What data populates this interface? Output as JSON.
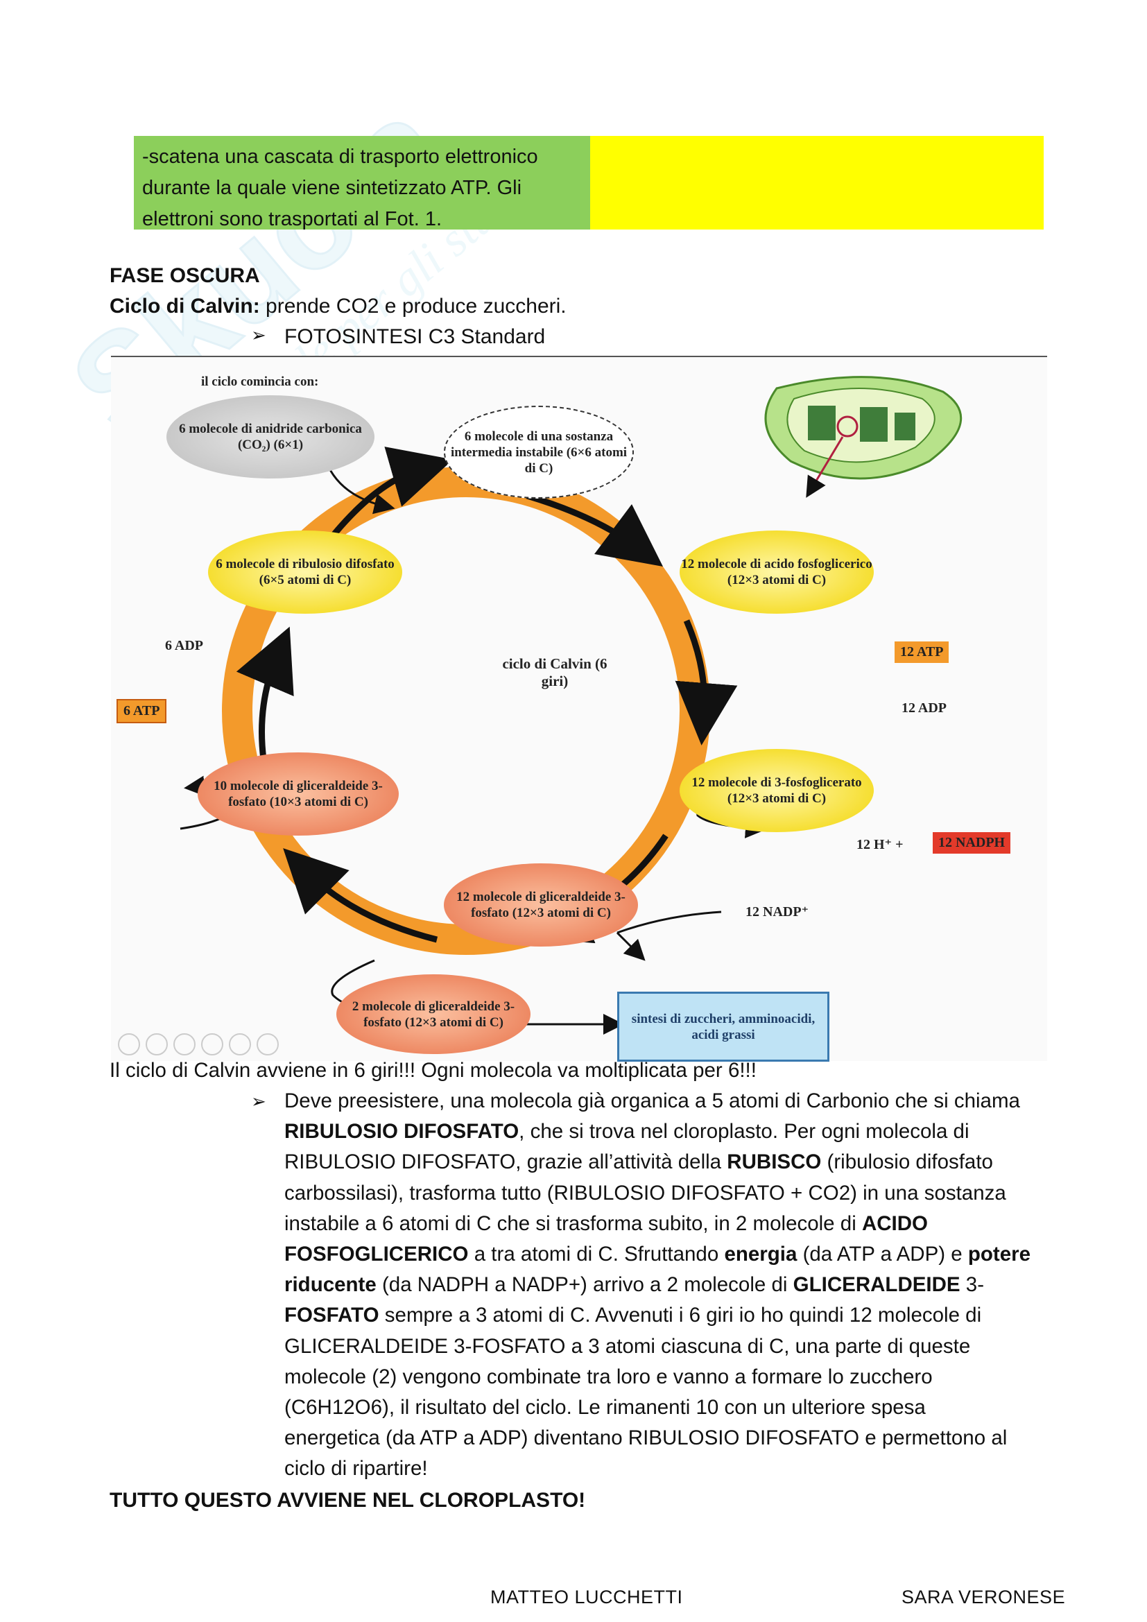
{
  "table": {
    "green_text_1": "-scatena una cascata di trasporto elettronico",
    "green_text_2": "durante la quale viene sintetizzato ATP. Gli",
    "green_text_3": "elettroni sono trasportati al Fot. 1."
  },
  "heading": "FASE OSCURA",
  "calvin_line": {
    "bold": "Ciclo di Calvin:",
    "rest": " prende CO2 e produce zuccheri."
  },
  "bullet_1": "FOTOSINTESI C3 Standard",
  "diagram": {
    "start_label": "il ciclo comincia con:",
    "co2": "6 molecole di anidride carbonica (CO₂) (6×1)",
    "intermediate": "6 molecole di una sostanza intermedia instabile (6×6 atomi di C)",
    "pga": "12 molecole di acido fosfoglicerico (12×3 atomi di C)",
    "bpg": "12 molecole di 3-fosfoglicerato (12×3 atomi di C)",
    "g3p12": "12 molecole di gliceraldeide 3-fosfato (12×3 atomi di C)",
    "g3p10": "10 molecole di gliceraldeide 3-fosfato (10×3 atomi di C)",
    "rubp": "6 molecole di ribulosio difosfato (6×5 atomi di C)",
    "g3p2": "2 molecole di gliceraldeide 3-fosfato (12×3 atomi di C)",
    "center": "ciclo di Calvin (6 giri)",
    "atp12": "12 ATP",
    "adp12": "12 ADP",
    "h12": "12 H⁺ +",
    "nadph12": "12 NADPH",
    "nadp12": "12 NADP⁺",
    "atp6": "6 ATP",
    "adp6": "6 ADP",
    "output": "sintesi di zuccheri, amminoacidi, acidi grassi"
  },
  "line_6giri": "Il ciclo di Calvin avviene in 6 giri!!! Ogni molecola va moltiplicata per 6!!!",
  "para": {
    "l1": "Deve preesistere, una molecola già organica a 5 atomi di Carbonio che si chiama",
    "l2b": "RIBULOSIO DIFOSFATO",
    "l2": ", che si trova nel cloroplasto. Per ogni molecola di",
    "l3a": "RIBULOSIO DIFOSFATO, grazie all’attività della ",
    "l3b": "RUBISCO",
    "l3c": " (ribulosio difosfato",
    "l4": "carbossilasi), trasforma tutto (RIBULOSIO DIFOSFATO + CO2) in una sostanza",
    "l5a": "instabile a 6 atomi di C che si trasforma subito, in 2 molecole di ",
    "l5b": "ACIDO",
    "l6a": "FOSFOGLICERICO",
    "l6b": " a tra atomi di C. Sfruttando ",
    "l6c": "energia",
    "l6d": " (da ATP a ADP) e ",
    "l6e": "potere",
    "l7a": "riducente",
    "l7b": " (da NADPH a NADP+) arrivo a 2 molecole di ",
    "l7c": "GLICERALDEIDE",
    "l7d": " 3-",
    "l8a": "FOSFATO",
    "l8b": " sempre a 3 atomi di C. Avvenuti i 6 giri io ho quindi 12 molecole di",
    "l9": "GLICERALDEIDE 3-FOSFATO a 3 atomi ciascuna di C, una parte di queste",
    "l10": "molecole (2) vengono combinate tra loro e vanno a formare lo zucchero",
    "l11": "(C6H12O6), il risultato del ciclo.  Le rimanenti 10 con un ulteriore spesa",
    "l12": "energetica (da ATP a ADP) diventano RIBULOSIO DIFOSFATO e permettono al",
    "l13": "ciclo di ripartire!"
  },
  "final": "TUTTO QUESTO AVVIENE NEL CLOROPLASTO!",
  "footer": {
    "left": "MATTEO LUCCHETTI",
    "right": "SARA VERONESE"
  },
  "colors": {
    "green": "#8ccf5b",
    "yellow": "#ffff00",
    "orange": "#f39a2b"
  }
}
